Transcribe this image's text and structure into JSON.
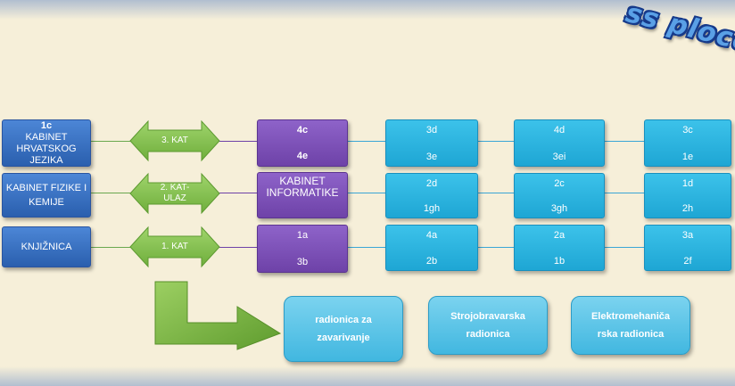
{
  "watermark": "ss ploce",
  "left": {
    "row1": {
      "code": "1c",
      "l1": "KABINET",
      "l2": "HRVATSKOG JEZIKA"
    },
    "row2": {
      "l1": "KABINET FIZIKE I",
      "l2": "KEMIJE"
    },
    "row3": {
      "l1": "KNJIŽNICA"
    }
  },
  "floors": {
    "f3": {
      "l1": "3. KAT"
    },
    "f2": {
      "l1": "2. KAT-",
      "l2": "ULAZ"
    },
    "f1": {
      "l1": "1. KAT"
    }
  },
  "purple": {
    "r1": {
      "top": "4c",
      "bottom": "4e"
    },
    "r2": {
      "l1": "KABINET",
      "l2": "INFORMATIKE"
    },
    "r3": {
      "top": "1a",
      "bottom": "3b"
    }
  },
  "rooms": {
    "c1": {
      "r1": [
        "3d",
        "3e"
      ],
      "r2": [
        "2d",
        "1gh"
      ],
      "r3": [
        "4a",
        "2b"
      ]
    },
    "c2": {
      "r1": [
        "4d",
        "3ei"
      ],
      "r2": [
        "2c",
        "3gh"
      ],
      "r3": [
        "2a",
        "1b"
      ]
    },
    "c3": {
      "r1": [
        "3c",
        "1e"
      ],
      "r2": [
        "1d",
        "2h"
      ],
      "r3": [
        "3a",
        "2f"
      ]
    }
  },
  "workshops": {
    "w1": {
      "l1": "radionica za",
      "l2": "zavarivanje"
    },
    "w2": {
      "l1": "Strojobravarska",
      "l2": "radionica"
    },
    "w3": {
      "l1": "Elektromehaniča",
      "l2": "rska radionica"
    }
  },
  "colors": {
    "blue": "#3a73c4",
    "green": "#8cc152",
    "purple": "#7f52bb",
    "cyan": "#2bb3e0"
  }
}
